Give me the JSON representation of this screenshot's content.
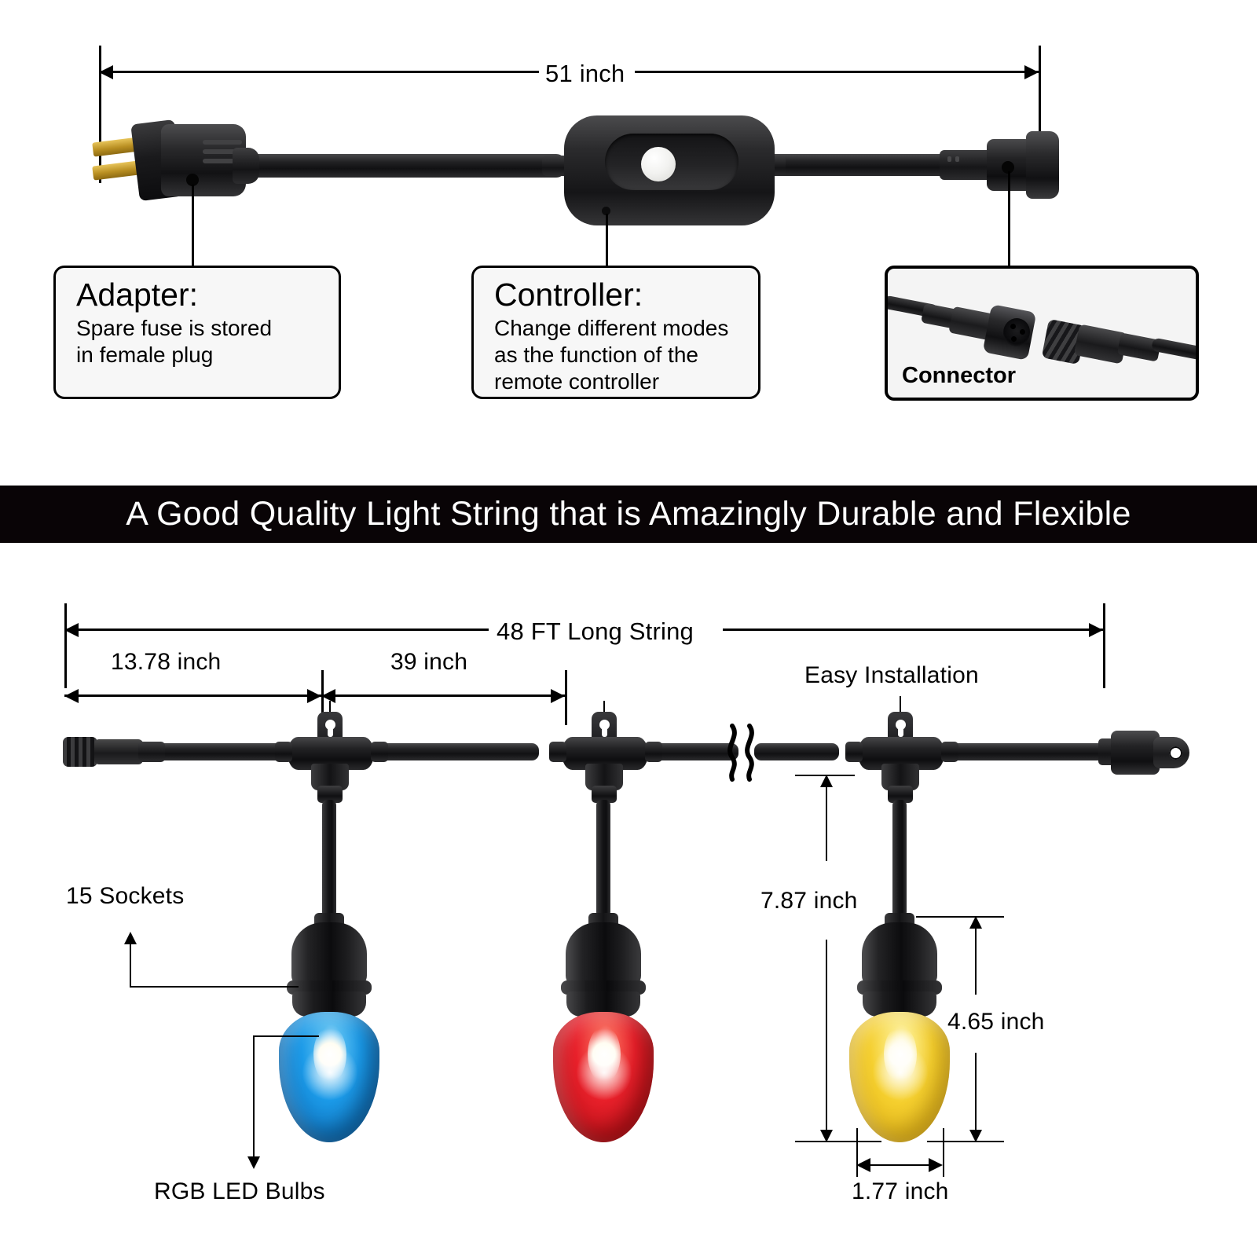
{
  "top_section": {
    "overall_dimension": "51 inch",
    "callouts": [
      {
        "name": "adapter",
        "title": "Adapter:",
        "body_line1": "Spare fuse is stored",
        "body_line2": "in female plug"
      },
      {
        "name": "controller",
        "title": "Controller:",
        "body_line1": "Change different modes",
        "body_line2": "as the function of the",
        "body_line3": "remote controller"
      }
    ],
    "connector_box": {
      "label": "Connector"
    }
  },
  "banner": {
    "text": "A Good Quality Light String that is Amazingly Durable and Flexible",
    "background": "#090406",
    "text_color": "#ffffff"
  },
  "bottom_section": {
    "total_length": "48 FT Long String",
    "lead_length": "13.78 inch",
    "spacing": "39 inch",
    "easy_installation": "Easy Installation",
    "socket_count": "15 Sockets",
    "bulb_label": "RGB LED Bulbs",
    "drop_length": "7.87 inch",
    "bulb_height": "4.65 inch",
    "bulb_width": "1.77 inch",
    "bulbs": [
      {
        "name": "blue-bulb",
        "color": "#1b9ae8"
      },
      {
        "name": "red-bulb",
        "color": "#e8202a"
      },
      {
        "name": "yellow-bulb",
        "color": "#f5cf2e"
      }
    ]
  }
}
